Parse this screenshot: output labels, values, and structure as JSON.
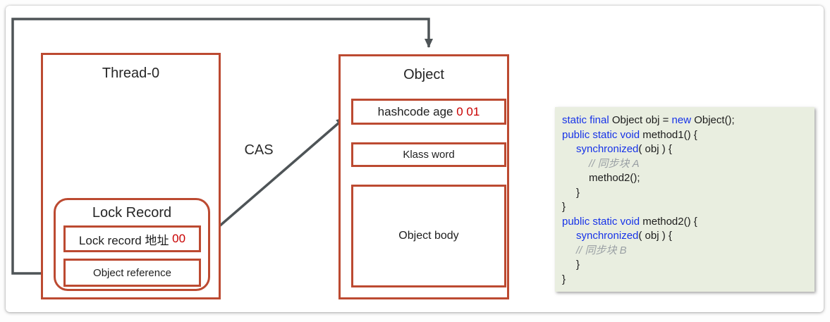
{
  "diagram": {
    "thread_box": {
      "title": "Thread-0"
    },
    "lock_record_box": {
      "title": "Lock Record",
      "address_label": "Lock record 地址 ",
      "address_value": "00",
      "object_reference_label": "Object reference"
    },
    "object_box": {
      "title": "Object",
      "hashcode_label": "hashcode age ",
      "hashcode_value": "0 01",
      "klass_word_label": "Klass word",
      "object_body_label": "Object body"
    },
    "cas_label": "CAS"
  },
  "code_panel": {
    "lines": [
      {
        "indent": 0,
        "segments": [
          {
            "t": "static final",
            "c": "kw"
          },
          {
            "t": " Object obj = ",
            "c": "plain"
          },
          {
            "t": "new",
            "c": "kw"
          },
          {
            "t": " Object();",
            "c": "plain"
          }
        ]
      },
      {
        "indent": 0,
        "segments": [
          {
            "t": "public static void",
            "c": "kw"
          },
          {
            "t": " method1() {",
            "c": "plain"
          }
        ]
      },
      {
        "indent": 1,
        "segments": [
          {
            "t": "synchronized",
            "c": "kw"
          },
          {
            "t": "( obj ) {",
            "c": "plain"
          }
        ]
      },
      {
        "indent": 2,
        "segments": [
          {
            "t": "// 同步块 A",
            "c": "cm"
          }
        ]
      },
      {
        "indent": 2,
        "segments": [
          {
            "t": "method2();",
            "c": "plain"
          }
        ]
      },
      {
        "indent": 1,
        "segments": [
          {
            "t": "}",
            "c": "plain"
          }
        ]
      },
      {
        "indent": 0,
        "segments": [
          {
            "t": "}",
            "c": "plain"
          }
        ]
      },
      {
        "indent": 0,
        "segments": [
          {
            "t": "public static void",
            "c": "kw"
          },
          {
            "t": " method2() {",
            "c": "plain"
          }
        ]
      },
      {
        "indent": 1,
        "segments": [
          {
            "t": "synchronized",
            "c": "kw"
          },
          {
            "t": "( obj ) {",
            "c": "plain"
          }
        ]
      },
      {
        "indent": 1,
        "segments": [
          {
            "t": "// 同步块 B",
            "c": "cm"
          }
        ]
      },
      {
        "indent": 1,
        "segments": [
          {
            "t": "}",
            "c": "plain"
          }
        ]
      },
      {
        "indent": 0,
        "segments": [
          {
            "t": "}",
            "c": "plain"
          }
        ]
      }
    ]
  },
  "colors": {
    "box_border_red": "#bc4a31",
    "arrow_gray": "#4e5457",
    "highlight_red": "#c90000",
    "keyword_blue": "#1733e8",
    "comment_gray": "#9aa0a4",
    "code_background": "#e9eee0"
  }
}
